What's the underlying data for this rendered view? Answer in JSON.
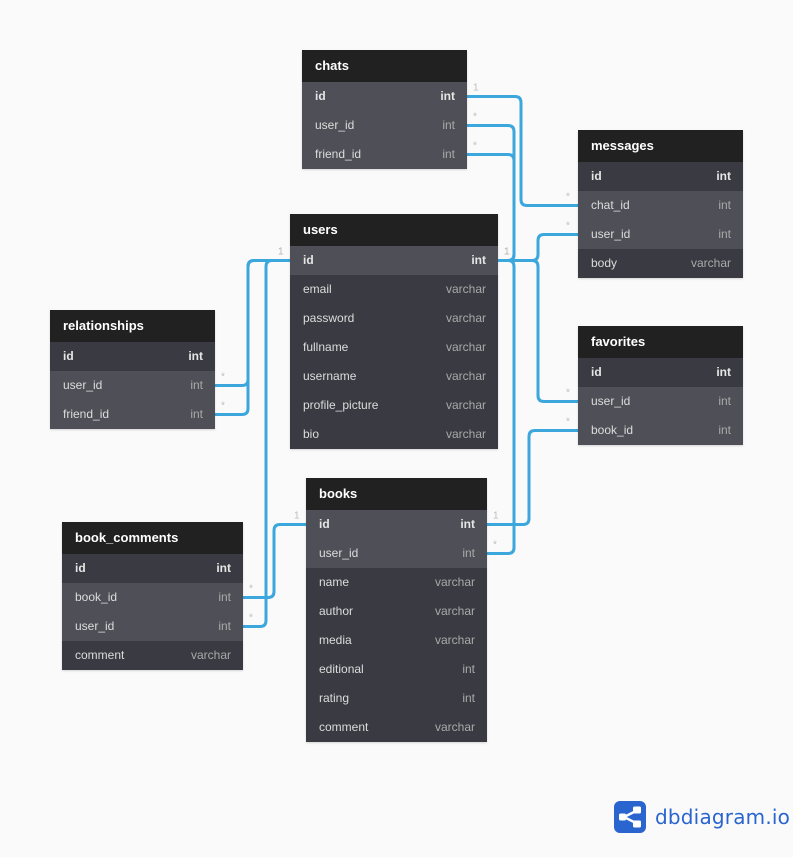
{
  "tables": [
    {
      "key": "chats",
      "name": "chats",
      "fields": [
        {
          "name": "id",
          "type": "int",
          "pk": true
        },
        {
          "name": "user_id",
          "type": "int"
        },
        {
          "name": "friend_id",
          "type": "int"
        }
      ]
    },
    {
      "key": "messages",
      "name": "messages",
      "fields": [
        {
          "name": "id",
          "type": "int",
          "pk": true
        },
        {
          "name": "chat_id",
          "type": "int"
        },
        {
          "name": "user_id",
          "type": "int"
        },
        {
          "name": "body",
          "type": "varchar"
        }
      ]
    },
    {
      "key": "users",
      "name": "users",
      "fields": [
        {
          "name": "id",
          "type": "int",
          "pk": true
        },
        {
          "name": "email",
          "type": "varchar"
        },
        {
          "name": "password",
          "type": "varchar"
        },
        {
          "name": "fullname",
          "type": "varchar"
        },
        {
          "name": "username",
          "type": "varchar"
        },
        {
          "name": "profile_picture",
          "type": "varchar"
        },
        {
          "name": "bio",
          "type": "varchar"
        }
      ]
    },
    {
      "key": "relationships",
      "name": "relationships",
      "fields": [
        {
          "name": "id",
          "type": "int",
          "pk": true
        },
        {
          "name": "user_id",
          "type": "int"
        },
        {
          "name": "friend_id",
          "type": "int"
        }
      ]
    },
    {
      "key": "favorites",
      "name": "favorites",
      "fields": [
        {
          "name": "id",
          "type": "int",
          "pk": true
        },
        {
          "name": "user_id",
          "type": "int"
        },
        {
          "name": "book_id",
          "type": "int"
        }
      ]
    },
    {
      "key": "books",
      "name": "books",
      "fields": [
        {
          "name": "id",
          "type": "int",
          "pk": true
        },
        {
          "name": "user_id",
          "type": "int"
        },
        {
          "name": "name",
          "type": "varchar"
        },
        {
          "name": "author",
          "type": "varchar"
        },
        {
          "name": "media",
          "type": "varchar"
        },
        {
          "name": "editional",
          "type": "int"
        },
        {
          "name": "rating",
          "type": "int"
        },
        {
          "name": "comment",
          "type": "varchar"
        }
      ]
    },
    {
      "key": "book_comments",
      "name": "book_comments",
      "fields": [
        {
          "name": "id",
          "type": "int",
          "pk": true
        },
        {
          "name": "book_id",
          "type": "int"
        },
        {
          "name": "user_id",
          "type": "int"
        },
        {
          "name": "comment",
          "type": "varchar"
        }
      ]
    }
  ],
  "relationships": [
    {
      "from": "chats.id",
      "to": "messages.chat_id",
      "from_card": "1",
      "to_card": "*"
    },
    {
      "from": "chats.user_id",
      "to": "users.id",
      "from_card": "*",
      "to_card": "1"
    },
    {
      "from": "chats.friend_id",
      "to": "users.id",
      "from_card": "*",
      "to_card": "1"
    },
    {
      "from": "messages.user_id",
      "to": "users.id",
      "from_card": "*",
      "to_card": "1"
    },
    {
      "from": "favorites.user_id",
      "to": "users.id",
      "from_card": "*",
      "to_card": "1"
    },
    {
      "from": "favorites.book_id",
      "to": "books.id",
      "from_card": "*",
      "to_card": "1"
    },
    {
      "from": "books.user_id",
      "to": "users.id",
      "from_card": "*",
      "to_card": "1"
    },
    {
      "from": "relationships.user_id",
      "to": "users.id",
      "from_card": "*",
      "to_card": "1"
    },
    {
      "from": "relationships.friend_id",
      "to": "users.id",
      "from_card": "*",
      "to_card": "1"
    },
    {
      "from": "book_comments.book_id",
      "to": "books.id",
      "from_card": "*",
      "to_card": "1"
    },
    {
      "from": "book_comments.user_id",
      "to": "users.id",
      "from_card": "*",
      "to_card": "1"
    }
  ],
  "brand": {
    "text": "dbdiagram.io",
    "icon": "share-nodes-icon"
  },
  "colors": {
    "connector": "#3ca7dc",
    "header": "#212121",
    "body": "#3a3a42",
    "highlight": "#4f4f57",
    "brand": "#2a64cf"
  }
}
